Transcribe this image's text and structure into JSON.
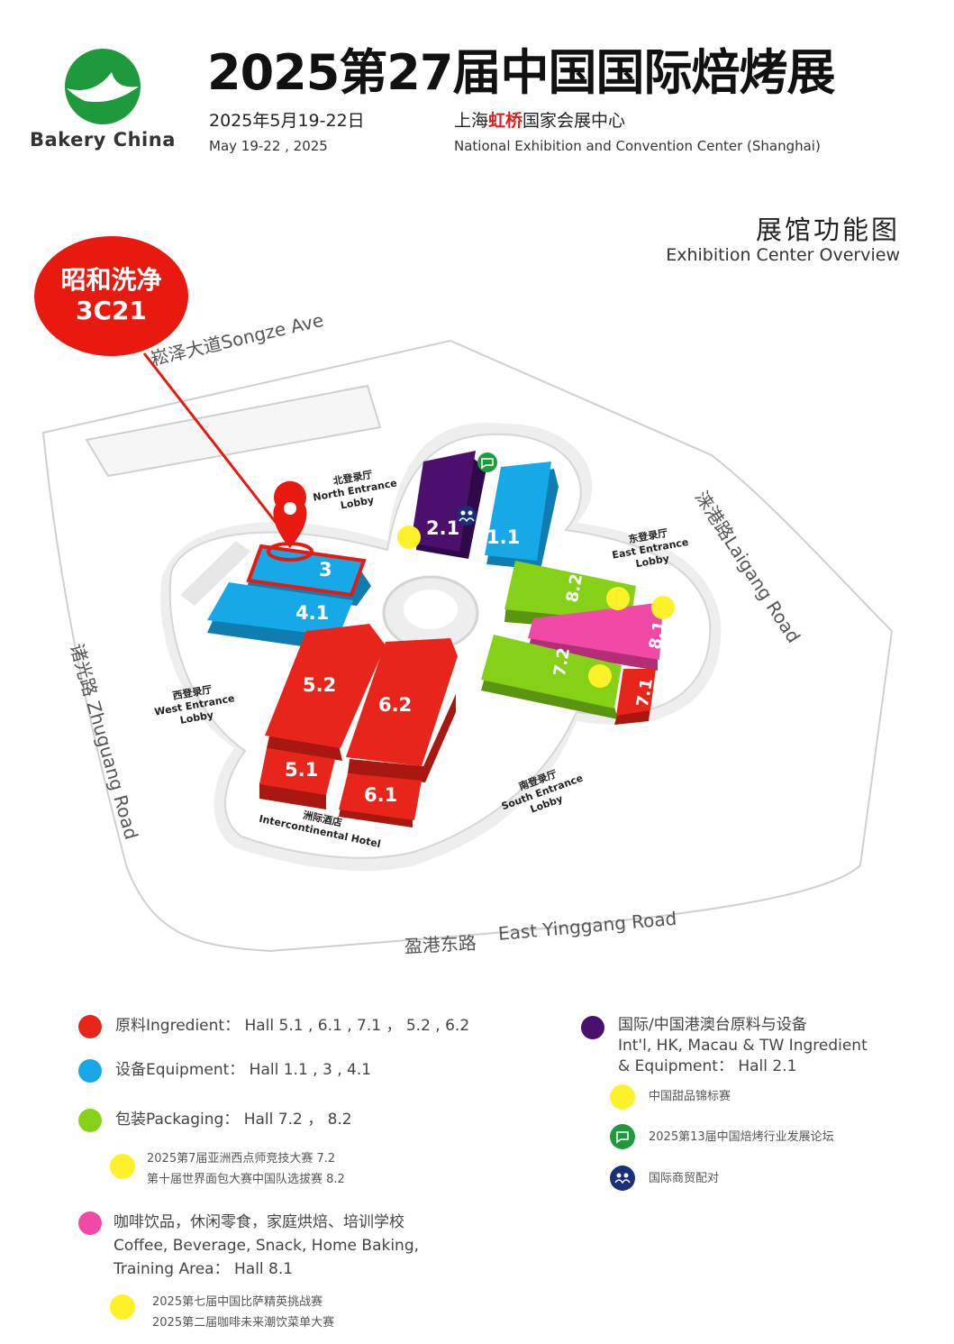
{
  "header": {
    "brand": "Bakery China",
    "title": "2025第27届中国国际焙烤展",
    "date_cn": "2025年5月19-22日",
    "date_en": "May 19-22 , 2025",
    "venue_cn_pre": "上海",
    "venue_cn_hl": "虹桥",
    "venue_cn_post": "国家会展中心",
    "venue_en": "National Exhibition and Convention Center (Shanghai)"
  },
  "overview": {
    "title_cn": "展馆功能图",
    "title_en": "Exhibition Center Overview"
  },
  "callout": {
    "line1": "昭和洗净",
    "line2": "3C21"
  },
  "roads": {
    "north": "崧泽大道Songze Ave",
    "east": "涞港路Laigang Road",
    "west": "诸光路 Zhuguang Road",
    "south_cn": "盈港东路",
    "south_en": "East Yinggang Road"
  },
  "lobbies": {
    "north": [
      "北登录厅",
      "North Entrance",
      "Lobby"
    ],
    "east": [
      "东登录厅",
      "East Entrance",
      "Lobby"
    ],
    "west": [
      "西登录厅",
      "West  Entrance",
      "Lobby"
    ],
    "south": [
      "南登录厅",
      "South  Entrance",
      "Lobby"
    ],
    "hotel": [
      "洲际酒店",
      "Intercontinental Hotel"
    ]
  },
  "halls": {
    "h11": "1.1",
    "h21": "2.1",
    "h3": "3",
    "h41": "4.1",
    "h51": "5.1",
    "h52": "5.2",
    "h61": "6.1",
    "h62": "6.2",
    "h71": "7.1",
    "h72": "7.2",
    "h81": "8.1",
    "h82": "8.2"
  },
  "colors": {
    "ingredient": "#e8251b",
    "equipment": "#17a8e8",
    "packaging": "#84d117",
    "coffee": "#f04aa6",
    "international": "#4b0f6e",
    "event": "#fdf22a",
    "forum": "#1e9a3c",
    "matchmaking": "#1a2f7a"
  },
  "legend": {
    "ingredient": "原料Ingredient： Hall  5.1 , 6.1 , 7.1 ，  5.2 , 6.2",
    "equipment": "设备Equipment： Hall  1.1 , 3 , 4.1",
    "packaging": "包装Packaging： Hall  7.2 ，  8.2",
    "packaging_events": [
      "2025第7届亚洲西点师竞技大赛 7.2",
      "第十届世界面包大赛中国队选拔赛 8.2"
    ],
    "coffee": [
      "咖啡饮品，休闲零食，家庭烘焙、培训学校",
      "Coffee, Beverage, Snack, Home Baking,",
      "Training Area： Hall  8.1"
    ],
    "coffee_events": [
      "2025第七届中国比萨精英挑战赛",
      "2025第二届咖啡未来潮饮菜单大赛"
    ],
    "international": [
      "国际/中国港澳台原料与设备",
      "Int'l, HK, Macau & TW Ingredient",
      "& Equipment： Hall  2.1"
    ],
    "dessert": "中国甜品锦标赛",
    "forum": "2025第13届中国焙烤行业发展论坛",
    "matchmaking": "国际商贸配对"
  }
}
